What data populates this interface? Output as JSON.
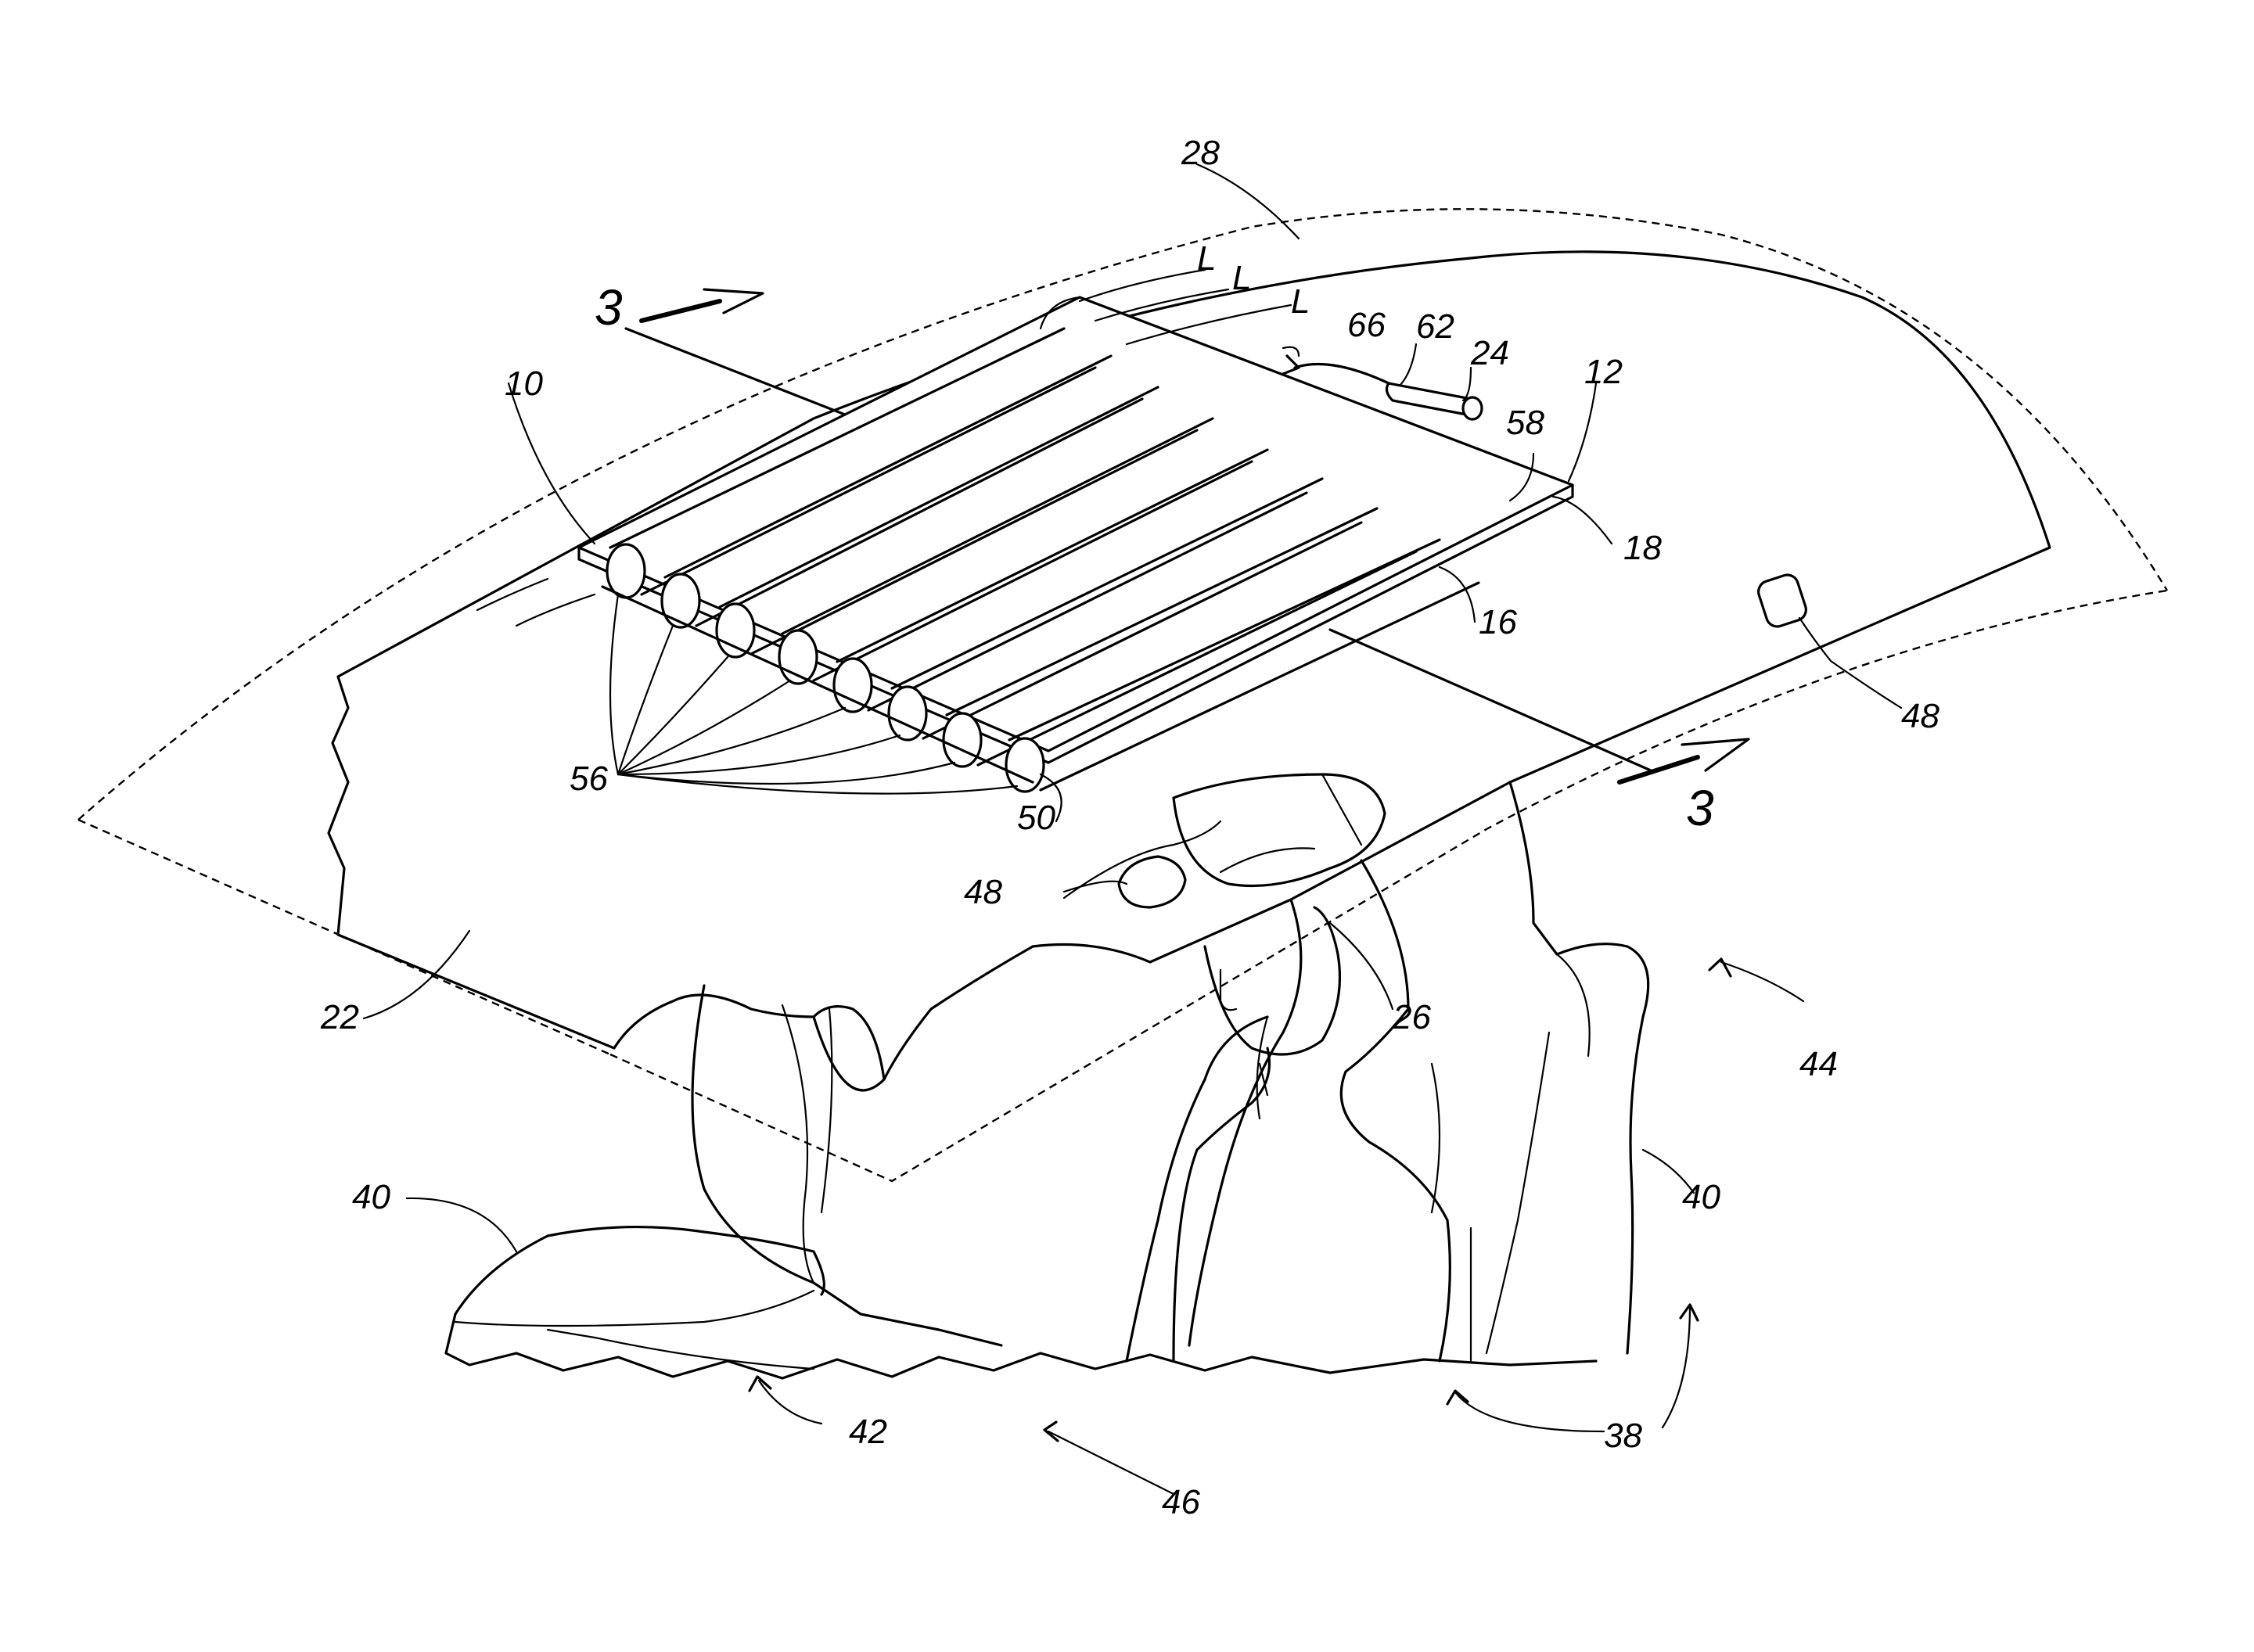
{
  "figure": {
    "reference_numerals": {
      "n10": "10",
      "n12": "12",
      "n16": "16",
      "n18": "18",
      "n22": "22",
      "n24": "24",
      "n26": "26",
      "n28": "28",
      "n38": "38",
      "n40a": "40",
      "n40b": "40",
      "n42": "42",
      "n44": "44",
      "n46": "46",
      "n48a": "48",
      "n48b": "48",
      "n50": "50",
      "n56": "56",
      "n58": "58",
      "n62": "62",
      "n66": "66",
      "L1": "L",
      "L2": "L",
      "L3": "L"
    },
    "section_marks": {
      "left": "3",
      "right": "3"
    }
  }
}
